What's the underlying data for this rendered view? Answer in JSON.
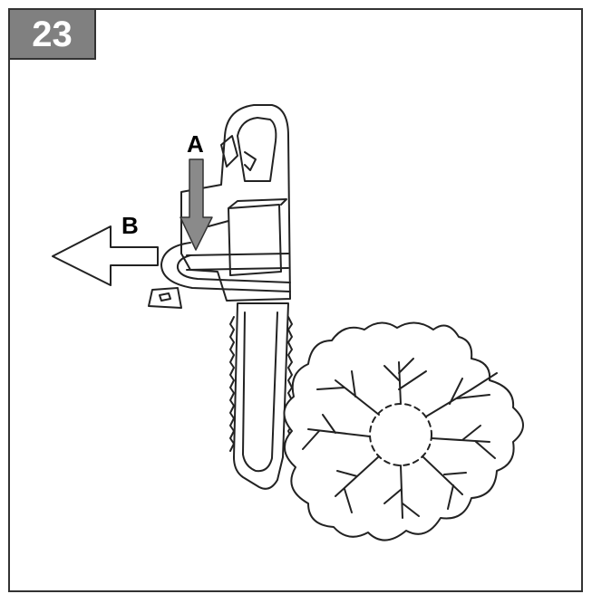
{
  "figure": {
    "number": "23"
  },
  "labels": {
    "a": "A",
    "b": "B"
  },
  "colors": {
    "arrow_a": "#8a8a8a",
    "badge": "#808080",
    "outline": "#222222"
  }
}
